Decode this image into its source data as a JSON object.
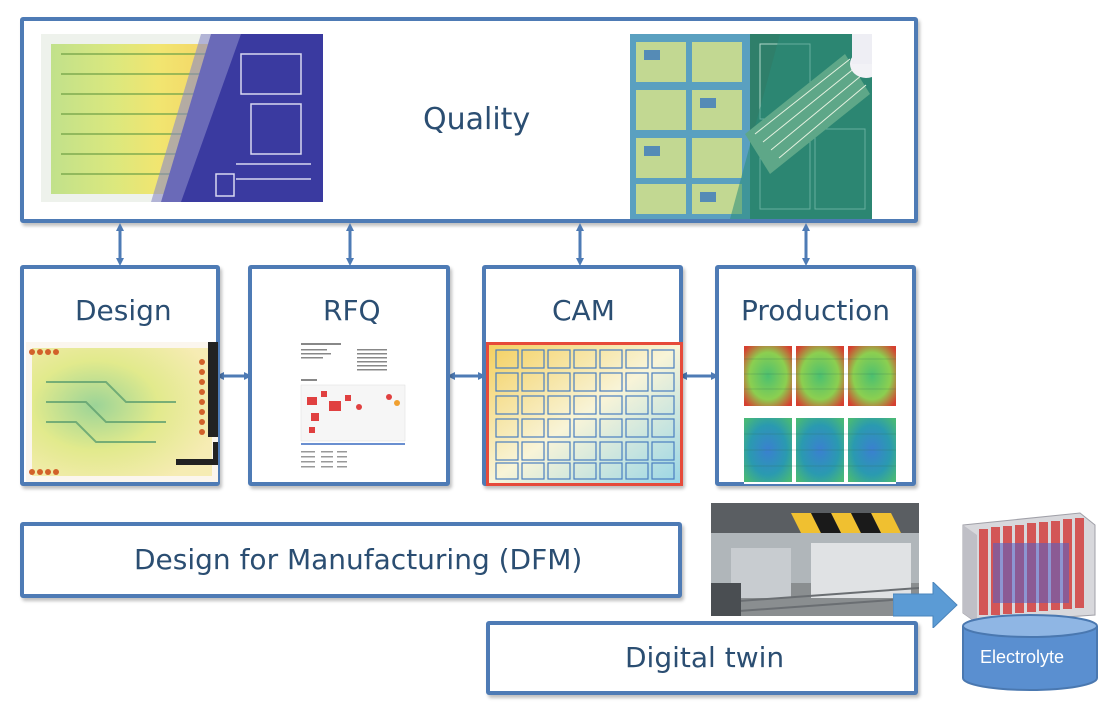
{
  "quality": {
    "label": "Quality"
  },
  "stages": [
    {
      "label": "Design"
    },
    {
      "label": "RFQ"
    },
    {
      "label": "CAM"
    },
    {
      "label": "Production"
    }
  ],
  "dfm": {
    "label": "Design for Manufacturing (DFM)"
  },
  "digital_twin": {
    "label": "Digital twin"
  },
  "electrolyte": {
    "label": "Electrolyte"
  },
  "colors": {
    "border": "#4e7bb5",
    "text": "#2b4e72",
    "arrow": "#4e7bb5",
    "cylinder": "#5a8fd0"
  }
}
